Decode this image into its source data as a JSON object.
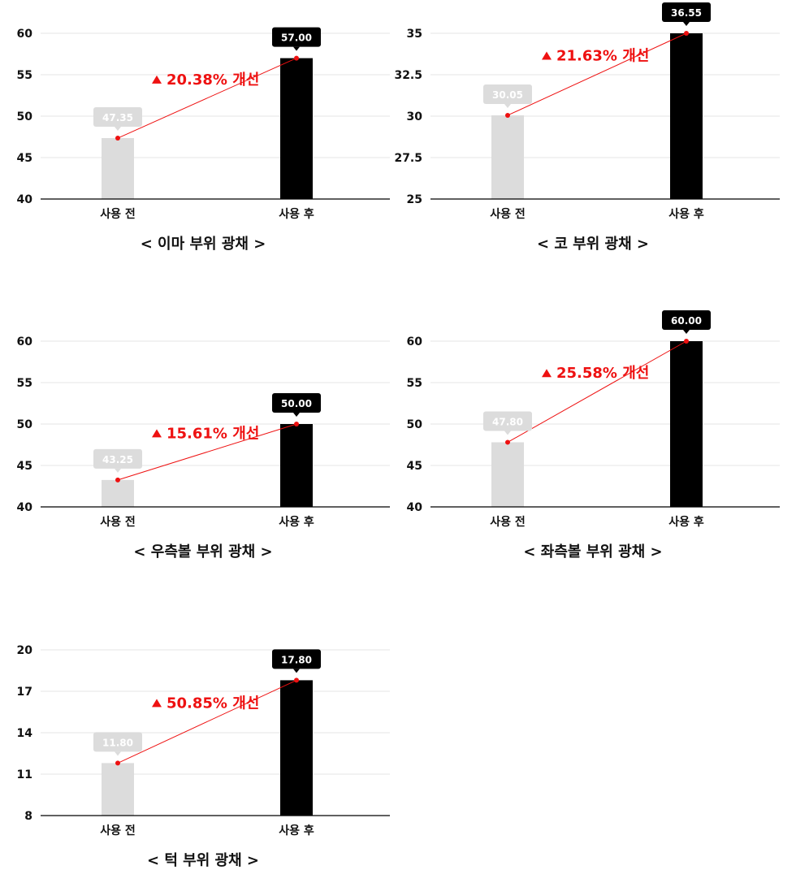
{
  "colors": {
    "before": "#dcdcdc",
    "after": "#000000",
    "accent": "#ee1111",
    "axis": "#000000",
    "grid": "#e6e6e6"
  },
  "chart_data": [
    {
      "type": "bar",
      "title": "< 이마 부위 광채 >",
      "categories": [
        "사용 전",
        "사용 후"
      ],
      "values": [
        47.35,
        57.0
      ],
      "value_labels": [
        "47.35",
        "57.00"
      ],
      "ylim": [
        40,
        60
      ],
      "yticks": [
        "40",
        "45",
        "50",
        "55",
        "60"
      ],
      "yticks_values": [
        40,
        45,
        50,
        55,
        60
      ],
      "improvement": "20.38% 개선",
      "grid": true
    },
    {
      "type": "bar",
      "title": "< 코 부위 광채 >",
      "categories": [
        "사용 전",
        "사용 후"
      ],
      "values": [
        30.05,
        36.55
      ],
      "value_labels": [
        "30.05",
        "36.55"
      ],
      "ylim": [
        25,
        35
      ],
      "yticks": [
        "25",
        "27.5",
        "30",
        "32.5",
        "35"
      ],
      "yticks_values": [
        25,
        27.5,
        30,
        32.5,
        35
      ],
      "improvement": "21.63% 개선",
      "grid": true
    },
    {
      "type": "bar",
      "title": "< 우측볼 부위 광채 >",
      "categories": [
        "사용 전",
        "사용 후"
      ],
      "values": [
        43.25,
        50.0
      ],
      "value_labels": [
        "43.25",
        "50.00"
      ],
      "ylim": [
        40,
        60
      ],
      "yticks": [
        "40",
        "45",
        "50",
        "55",
        "60"
      ],
      "yticks_values": [
        40,
        45,
        50,
        55,
        60
      ],
      "improvement": "15.61% 개선",
      "grid": true
    },
    {
      "type": "bar",
      "title": "< 좌측볼 부위 광채 >",
      "categories": [
        "사용 전",
        "사용 후"
      ],
      "values": [
        47.8,
        60.0
      ],
      "value_labels": [
        "47.80",
        "60.00"
      ],
      "ylim": [
        40,
        60
      ],
      "yticks": [
        "40",
        "45",
        "50",
        "55",
        "60"
      ],
      "yticks_values": [
        40,
        45,
        50,
        55,
        60
      ],
      "improvement": "25.58% 개선",
      "grid": true
    },
    {
      "type": "bar",
      "title": "< 턱 부위 광채 >",
      "categories": [
        "사용 전",
        "사용 후"
      ],
      "values": [
        11.8,
        17.8
      ],
      "value_labels": [
        "11.80",
        "17.80"
      ],
      "ylim": [
        8,
        20
      ],
      "yticks": [
        "8",
        "11",
        "14",
        "17",
        "20"
      ],
      "yticks_values": [
        8,
        11,
        14,
        17,
        20
      ],
      "improvement": "50.85% 개선",
      "grid": true
    }
  ]
}
